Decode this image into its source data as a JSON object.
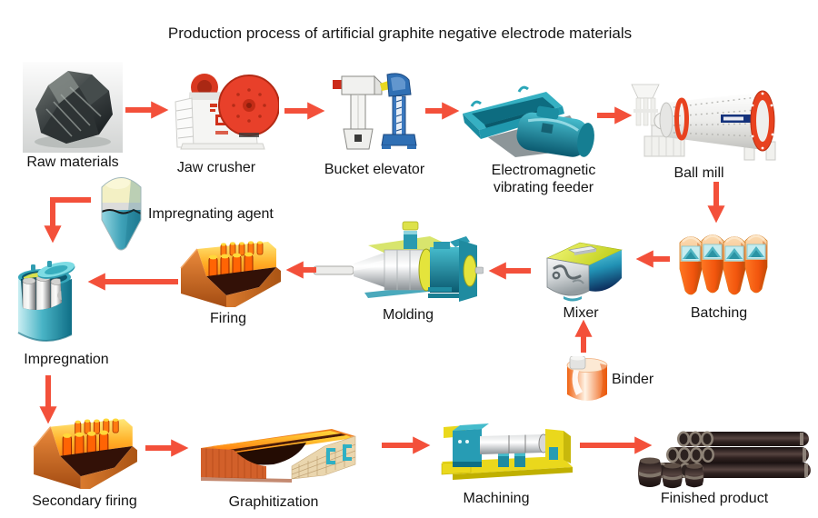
{
  "title": "Production process of artificial graphite negative electrode materials",
  "labels": {
    "raw_materials": "Raw materials",
    "jaw_crusher": "Jaw crusher",
    "bucket_elevator": "Bucket elevator",
    "vibrating_feeder": "Electromagnetic vibrating feeder",
    "ball_mill": "Ball mill",
    "batching": "Batching",
    "mixer": "Mixer",
    "binder": "Binder",
    "molding": "Molding",
    "firing": "Firing",
    "impregnating_agent": "Impregnating agent",
    "impregnation": "Impregnation",
    "secondary_firing": "Secondary firing",
    "graphitization": "Graphitization",
    "machining": "Machining",
    "finished_product": "Finished product"
  },
  "flow_edges": [
    {
      "from": "raw_materials",
      "to": "jaw_crusher"
    },
    {
      "from": "jaw_crusher",
      "to": "bucket_elevator"
    },
    {
      "from": "bucket_elevator",
      "to": "vibrating_feeder"
    },
    {
      "from": "vibrating_feeder",
      "to": "ball_mill"
    },
    {
      "from": "ball_mill",
      "to": "batching"
    },
    {
      "from": "batching",
      "to": "mixer"
    },
    {
      "from": "binder",
      "to": "mixer"
    },
    {
      "from": "mixer",
      "to": "molding"
    },
    {
      "from": "molding",
      "to": "firing"
    },
    {
      "from": "firing",
      "to": "impregnation"
    },
    {
      "from": "impregnating_agent",
      "to": "impregnation"
    },
    {
      "from": "impregnation",
      "to": "secondary_firing"
    },
    {
      "from": "secondary_firing",
      "to": "graphitization"
    },
    {
      "from": "graphitization",
      "to": "machining"
    },
    {
      "from": "machining",
      "to": "finished_product"
    }
  ],
  "colors": {
    "arrow": "#f3503a",
    "furnace_orange": "#d8641e",
    "machine_teal": "#2aa3b6",
    "machine_red": "#e8402a",
    "silo_orange": "#f2560e",
    "lathe_yellow": "#ead81c",
    "electrode_dark": "#2a1d1a"
  }
}
